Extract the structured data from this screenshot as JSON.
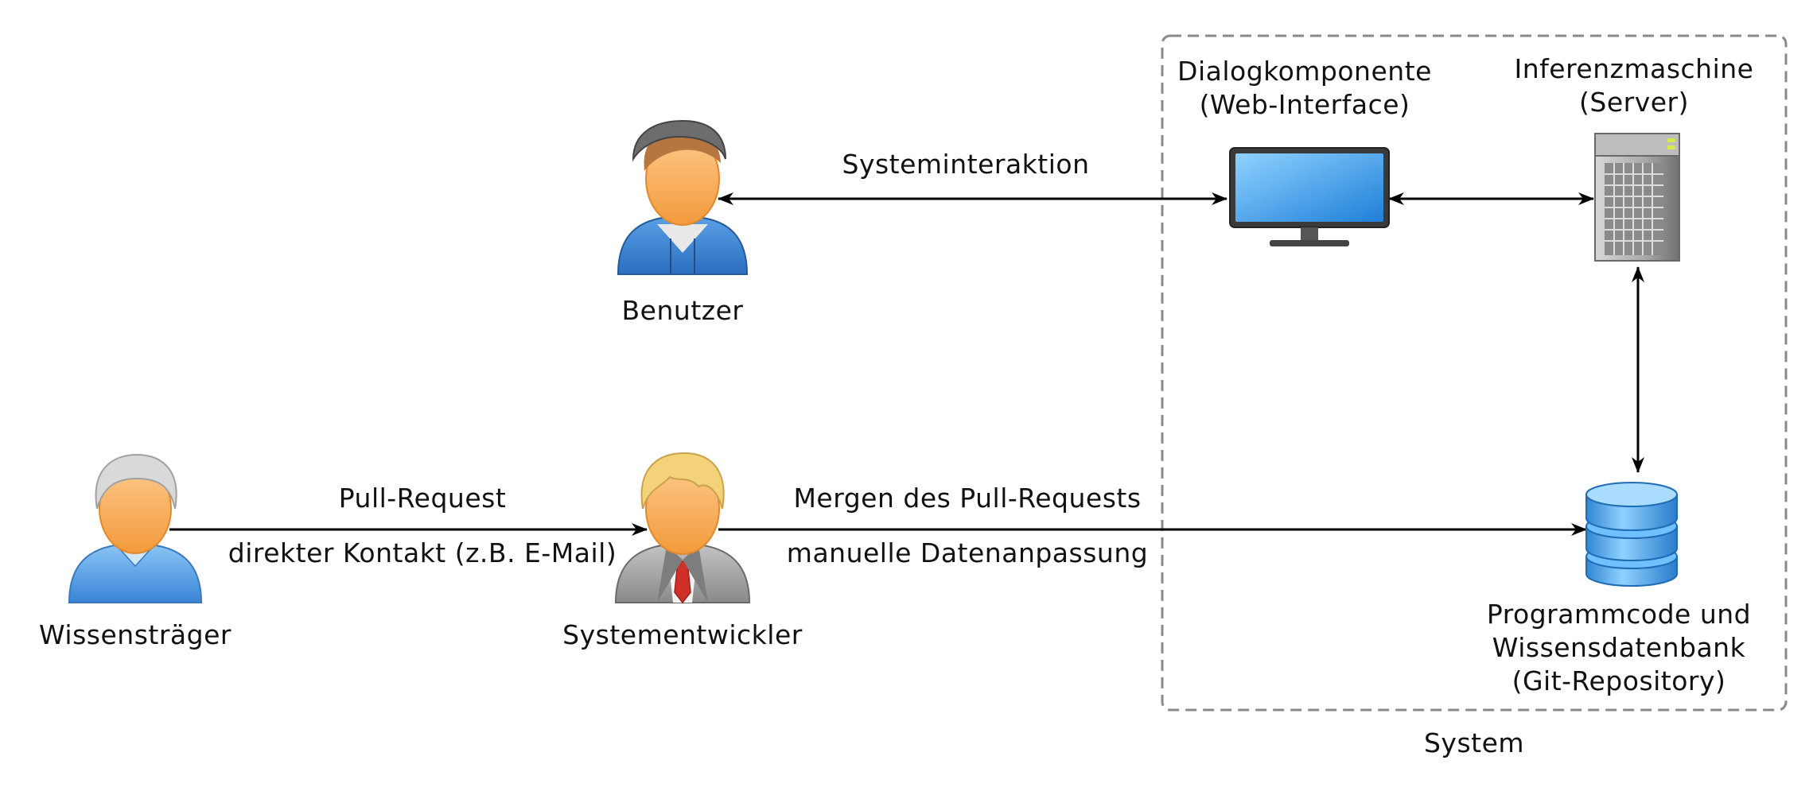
{
  "nodes": {
    "user": {
      "label": "Benutzer",
      "icon": "user-cap-icon"
    },
    "knowledge_holder": {
      "label": "Wissensträger",
      "icon": "user-grey-hair-icon"
    },
    "developer": {
      "label": "Systementwickler",
      "icon": "businessman-icon"
    },
    "dialog_component": {
      "label_lines": [
        "Dialogkomponente",
        "(Web-Interface)"
      ],
      "icon": "monitor-icon"
    },
    "inference_engine": {
      "label_lines": [
        "Inferenzmaschine",
        "(Server)"
      ],
      "icon": "server-icon"
    },
    "repository": {
      "label_lines": [
        "Programmcode und",
        "Wissensdatenbank",
        "(Git-Repository)"
      ],
      "icon": "database-icon"
    }
  },
  "system_boundary": {
    "label": "System",
    "style": "dashed",
    "color": "#888888"
  },
  "edges": {
    "user_dialog": {
      "label": "Systeminteraktion",
      "direction": "both"
    },
    "dialog_server": {
      "direction": "both"
    },
    "server_repository": {
      "direction": "both"
    },
    "holder_developer": {
      "label_top": "Pull-Request",
      "label_bottom": "direkter Kontakt (z.B. E-Mail)",
      "direction": "forward"
    },
    "developer_repository": {
      "label_top": "Mergen des Pull-Requests",
      "label_bottom": "manuelle Datenanpassung",
      "direction": "forward"
    }
  },
  "colors": {
    "skin": "#fbb26a",
    "shirt_blue": "#4a90d9",
    "suit_grey": "#9a9a9a",
    "tie_red": "#d0302a",
    "db_blue": "#4aa6e6",
    "screen_blue": "#3c9ee8"
  }
}
